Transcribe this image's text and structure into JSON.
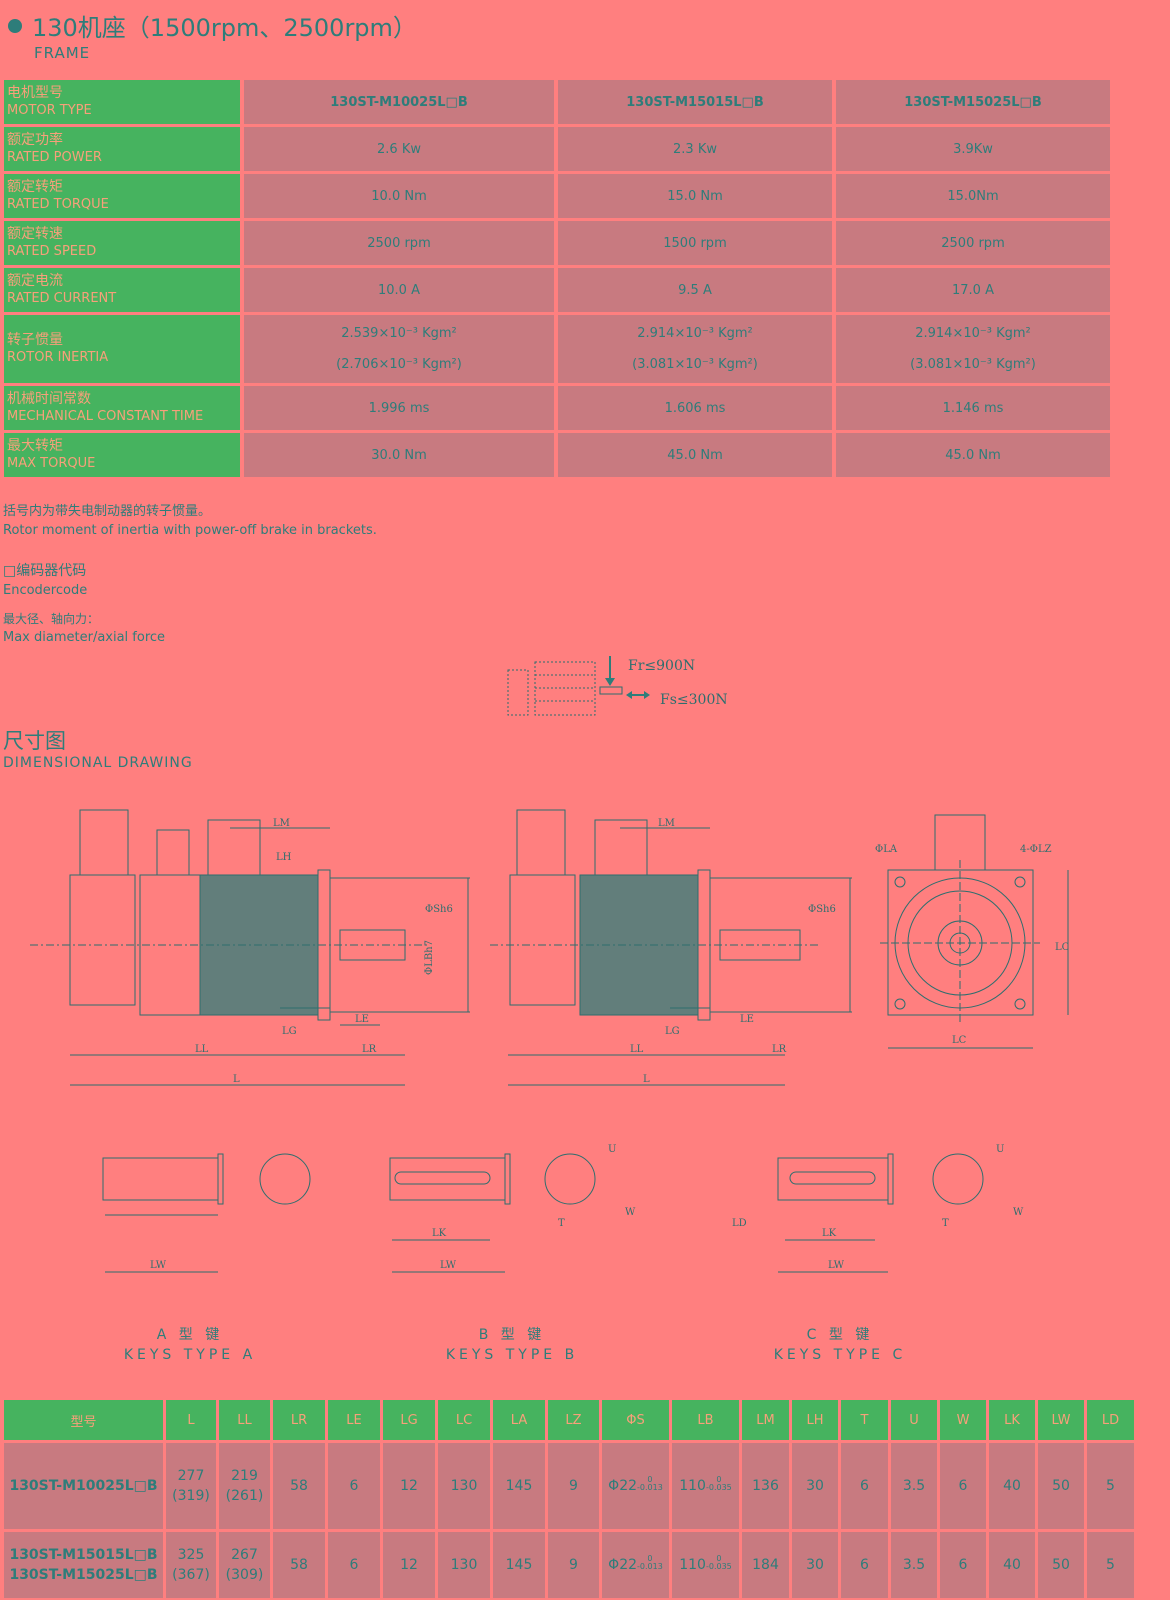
{
  "header": {
    "title": "130机座（1500rpm、2500rpm）",
    "subtitle": "FRAME"
  },
  "spec_table": {
    "rows": [
      {
        "cn": "电机型号",
        "en": "MOTOR TYPE",
        "values": [
          "130ST-M10025L□B",
          "130ST-M15015L□B",
          "130ST-M15025L□B"
        ]
      },
      {
        "cn": "额定功率",
        "en": "RATED POWER",
        "values": [
          "2.6 Kw",
          "2.3 Kw",
          "3.9Kw"
        ]
      },
      {
        "cn": "额定转矩",
        "en": "RATED TORQUE",
        "values": [
          "10.0 Nm",
          "15.0 Nm",
          "15.0Nm"
        ]
      },
      {
        "cn": "额定转速",
        "en": "RATED SPEED",
        "values": [
          "2500 rpm",
          "1500 rpm",
          "2500 rpm"
        ]
      },
      {
        "cn": "额定电流",
        "en": "RATED CURRENT",
        "values": [
          "10.0 A",
          "9.5 A",
          "17.0 A"
        ]
      },
      {
        "cn": "转子惯量",
        "en": "ROTOR INERTIA",
        "values": [
          "2.539×10⁻³ Kgm²",
          "2.914×10⁻³ Kgm²",
          "2.914×10⁻³ Kgm²"
        ],
        "values2": [
          "(2.706×10⁻³ Kgm²)",
          "(3.081×10⁻³ Kgm²)",
          "(3.081×10⁻³ Kgm²)"
        ]
      },
      {
        "cn": "机械时间常数",
        "en": "MECHANICAL CONSTANT TIME",
        "values": [
          "1.996 ms",
          "1.606 ms",
          "1.146 ms"
        ]
      },
      {
        "cn": "最大转矩",
        "en": "MAX TORQUE",
        "values": [
          "30.0 Nm",
          "45.0 Nm",
          "45.0 Nm"
        ]
      }
    ]
  },
  "notes": {
    "bracket_cn": "括号内为带失电制动器的转子惯量。",
    "bracket_en": "Rotor moment of inertia with power-off brake in brackets.",
    "encoder_cn": "□编码器代码",
    "encoder_en": "Encodercode",
    "force_cn": "最大径、轴向力：",
    "force_en": "Max diameter/axial force",
    "fr": "Fr≤900N",
    "fs": "Fs≤300N"
  },
  "drawing": {
    "title_cn": "尺寸图",
    "title_en": "DIMENSIONAL DRAWING",
    "labels": {
      "LM": "LM",
      "LH": "LH",
      "Sh6": "ΦSh6",
      "LBh7": "ΦLBh7",
      "LE": "LE",
      "LG": "LG",
      "LL": "LL",
      "LR": "LR",
      "L": "L",
      "LA": "ΦLA",
      "LZ": "4-ΦLZ",
      "LC": "LC",
      "U": "U",
      "W": "W",
      "T": "T",
      "LK": "LK",
      "LW": "LW",
      "LD": "LD"
    },
    "keys": [
      {
        "cn": "A 型 键",
        "en": "KEYS TYPE A"
      },
      {
        "cn": "B 型 键",
        "en": "KEYS TYPE B"
      },
      {
        "cn": "C 型 键",
        "en": "KEYS TYPE C"
      }
    ]
  },
  "dim_table": {
    "headers": [
      "型号",
      "L",
      "LL",
      "LR",
      "LE",
      "LG",
      "LC",
      "LA",
      "LZ",
      "ΦS",
      "LB",
      "LM",
      "LH",
      "T",
      "U",
      "W",
      "LK",
      "LW",
      "LD"
    ],
    "rows": [
      {
        "model": [
          "130ST-M10025L□B"
        ],
        "L": [
          "277",
          "(319)"
        ],
        "LL": [
          "219",
          "(261)"
        ],
        "rest": [
          "58",
          "6",
          "12",
          "130",
          "145",
          "9"
        ],
        "S": "Φ22",
        "S_tol": [
          "0",
          "-0.013"
        ],
        "LB": "110",
        "LB_tol": [
          "0",
          "-0.035"
        ],
        "tail": [
          "136",
          "30",
          "6",
          "3.5",
          "6",
          "40",
          "50",
          "5"
        ]
      },
      {
        "model": [
          "130ST-M15015L□B",
          "130ST-M15025L□B"
        ],
        "L": [
          "325",
          "(367)"
        ],
        "LL": [
          "267",
          "(309)"
        ],
        "rest": [
          "58",
          "6",
          "12",
          "130",
          "145",
          "9"
        ],
        "S": "Φ22",
        "S_tol": [
          "0",
          "-0.013"
        ],
        "LB": "110",
        "LB_tol": [
          "0",
          "-0.035"
        ],
        "tail": [
          "184",
          "30",
          "6",
          "3.5",
          "6",
          "40",
          "50",
          "5"
        ]
      }
    ]
  }
}
